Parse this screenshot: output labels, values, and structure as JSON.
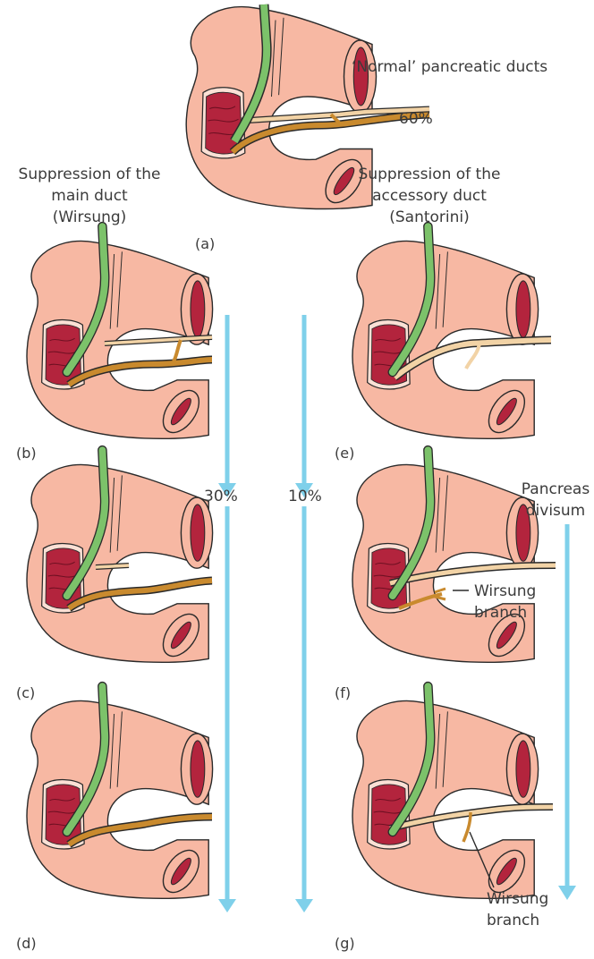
{
  "title": "‘Normal’ pancreatic ducts",
  "normal_pct": "60%",
  "left_header_line1": "Suppression of the",
  "left_header_line2": "main duct",
  "left_header_line3": "(Wirsung)",
  "right_header_line1": "Suppression of the",
  "right_header_line2": "accessory duct",
  "right_header_line3": "(Santorini)",
  "arrow_left_pct": "30%",
  "arrow_mid_pct": "10%",
  "pancreas_divisum_line1": "Pancreas",
  "pancreas_divisum_line2": "divisum",
  "wirsung_label_f_line1": "Wirsung",
  "wirsung_label_f_line2": "branch",
  "wirsung_label_g_line1": "Wirsung",
  "wirsung_label_g_line2": "branch",
  "panel_labels": [
    "(a)",
    "(b)",
    "(c)",
    "(d)",
    "(e)",
    "(f)",
    "(g)"
  ],
  "colors": {
    "duodenum": "#f7b8a3",
    "duodenum_outline": "#2a2a2a",
    "mucosa": "#b3243d",
    "bile_duct": "#7cc26a",
    "main_duct": "#c98a2e",
    "accessory_duct": "#f2d3a6",
    "arrow": "#7fd0ea"
  }
}
